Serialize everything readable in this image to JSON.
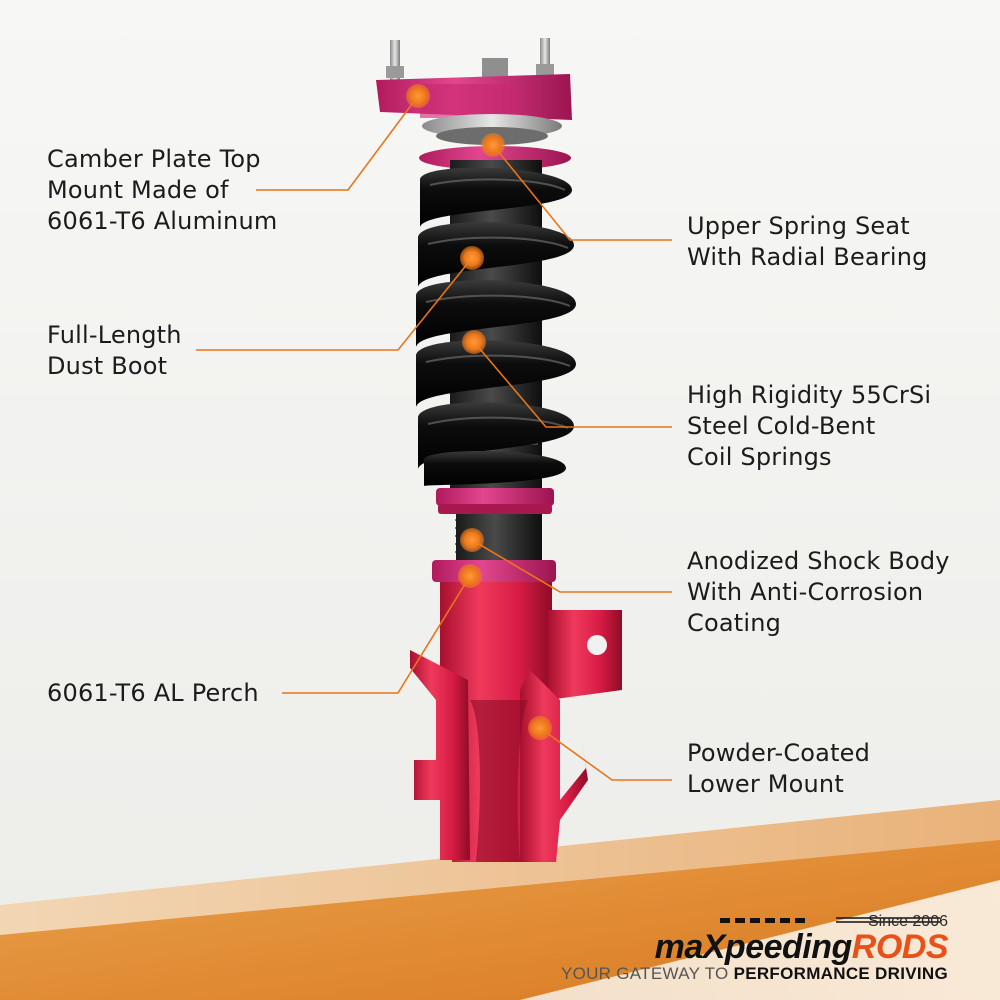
{
  "callouts": [
    {
      "id": "camber-plate",
      "lines": [
        "Camber Plate Top",
        "Mount Made of",
        "6061-T6 Aluminum"
      ]
    },
    {
      "id": "dust-boot",
      "lines": [
        "Full-Length",
        "Dust Boot"
      ]
    },
    {
      "id": "al-perch",
      "lines": [
        "6061-T6 AL Perch"
      ]
    },
    {
      "id": "upper-spring-seat",
      "lines": [
        "Upper Spring Seat",
        "With Radial Bearing"
      ]
    },
    {
      "id": "coil-springs",
      "lines": [
        "High Rigidity 55CrSi",
        "Steel Cold-Bent",
        "Coil Springs"
      ]
    },
    {
      "id": "shock-body",
      "lines": [
        "Anodized Shock Body",
        "With Anti-Corrosion",
        "Coating"
      ]
    },
    {
      "id": "lower-mount",
      "lines": [
        "Powder-Coated",
        "Lower Mount"
      ]
    }
  ],
  "brand": {
    "since": "Since 2006",
    "logo_part1": "maX",
    "logo_part2": "peeding",
    "logo_part3": "RODS",
    "tagline_plain": "YOUR GATEWAY TO ",
    "tagline_bold": "PERFORMANCE DRIVING"
  },
  "colors": {
    "accent": "#e8751a",
    "strut_red": "#d81c45",
    "spring_black": "#111111",
    "background": "#f2f2f0"
  }
}
